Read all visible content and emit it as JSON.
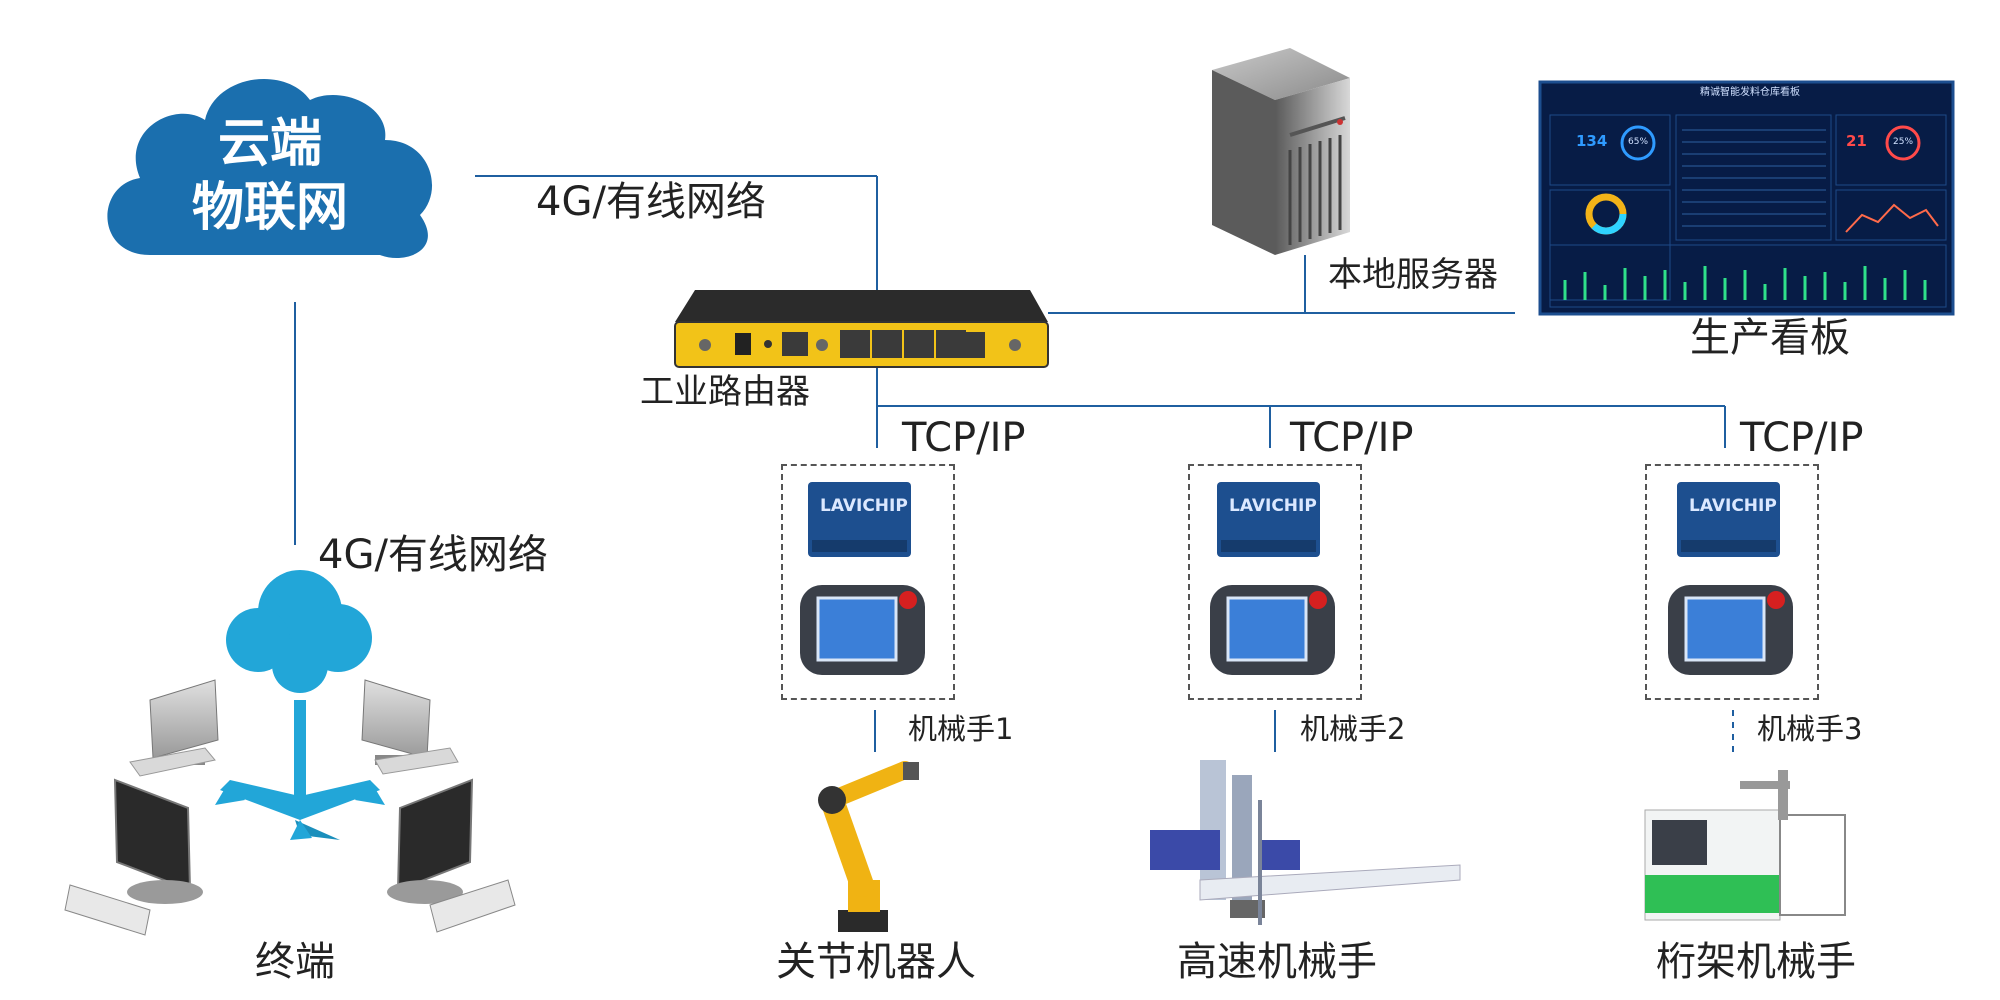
{
  "cloud": {
    "line1": "云端",
    "line2": "物联网"
  },
  "network_labels": {
    "top": "4G/有线网络",
    "left": "4G/有线网络"
  },
  "router": {
    "label": "工业路由器",
    "brand": "LAVICHIP"
  },
  "server": {
    "label": "本地服务器"
  },
  "dashboard": {
    "label": "生产看板",
    "title": "精诚智能发料仓库看板",
    "stat1": "134",
    "stat1_pct": "65%",
    "stat2": "21",
    "stat2_pct": "25%"
  },
  "protocol": "TCP/IP",
  "units": [
    {
      "controller": "机械手1",
      "device": "关节机器人"
    },
    {
      "controller": "机械手2",
      "device": "高速机械手"
    },
    {
      "controller": "机械手3",
      "device": "桁架机械手"
    }
  ],
  "terminal": {
    "label": "终端"
  },
  "colors": {
    "cloud": "#1b6fae",
    "line": "#1f5fa0",
    "dashboard_bg": "#071c46",
    "router_yellow": "#f2c318",
    "tree": "#22a6d8"
  }
}
